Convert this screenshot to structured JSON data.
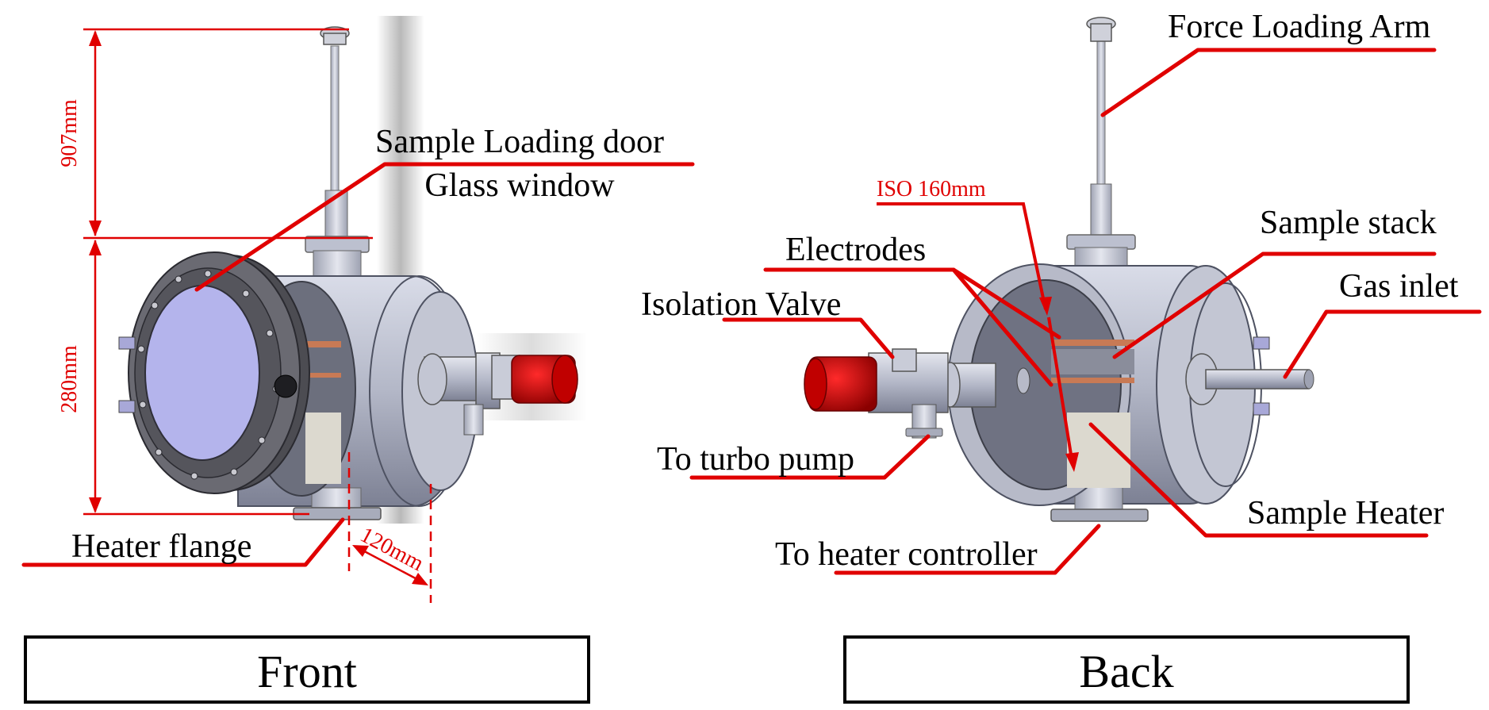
{
  "views": {
    "front": {
      "title": "Front"
    },
    "back": {
      "title": "Back"
    }
  },
  "labels": {
    "sample_loading_door": "Sample Loading door",
    "glass_window": "Glass window",
    "heater_flange": "Heater flange",
    "force_loading_arm": "Force Loading Arm",
    "sample_stack": "Sample stack",
    "electrodes": "Electrodes",
    "isolation_valve": "Isolation Valve",
    "gas_inlet": "Gas inlet",
    "to_turbo_pump": "To turbo pump",
    "sample_heater": "Sample Heater",
    "to_heater_controller": "To heater controller"
  },
  "dimensions": {
    "height_upper": "907mm",
    "height_lower": "280mm",
    "width": "120mm",
    "iso": "ISO 160mm"
  },
  "colors": {
    "annotation": "#e00000",
    "body": "#b8bccb",
    "window": "#b4b4ec",
    "valve_actuator": "#d40000",
    "flange_dark": "#5a5a62"
  }
}
